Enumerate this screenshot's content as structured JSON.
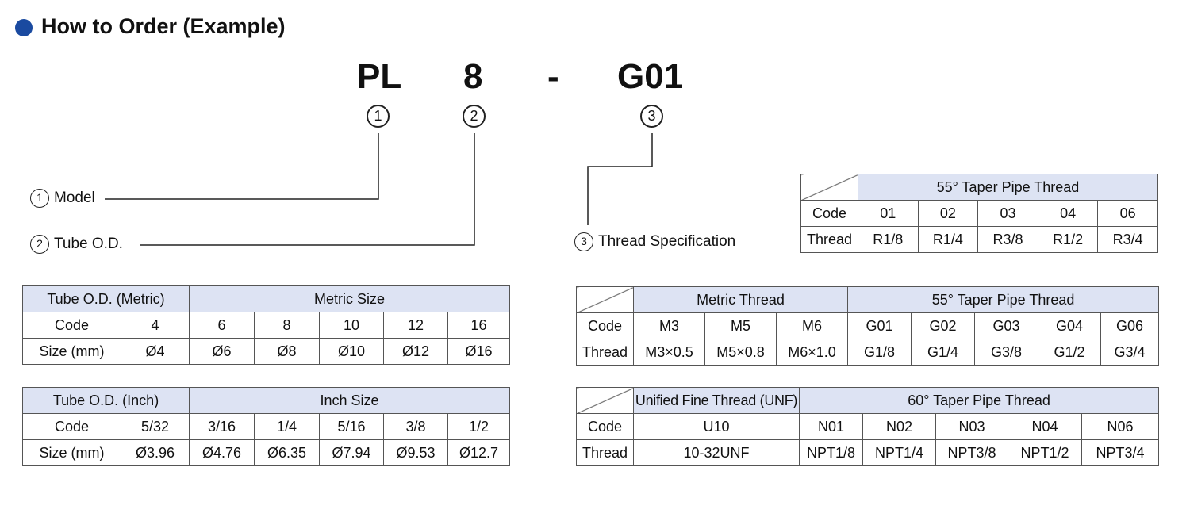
{
  "heading": "How to Order (Example)",
  "order_code": {
    "part1": "PL",
    "part2": "8",
    "separator": "-",
    "part3": "G01"
  },
  "markers": {
    "m1": "1",
    "m2": "2",
    "m3": "3"
  },
  "labels": {
    "model": "Model",
    "tube_od": "Tube O.D.",
    "thread_spec": "Thread Specification"
  },
  "colors": {
    "bullet": "#1a4aa0",
    "table_header_bg": "#dde3f3"
  },
  "icons": {
    "diagonal_cell": "diagonal-header-icon"
  },
  "taper_table": {
    "title": "55° Taper Pipe Thread",
    "code_label": "Code",
    "thread_label": "Thread",
    "codes": [
      "01",
      "02",
      "03",
      "04",
      "06"
    ],
    "threads": [
      "R1/8",
      "R1/4",
      "R3/8",
      "R1/2",
      "R3/4"
    ]
  },
  "metric_size_table": {
    "corner": "Tube O.D. (Metric)",
    "title": "Metric Size",
    "code_label": "Code",
    "size_label": "Size (mm)",
    "codes": [
      "4",
      "6",
      "8",
      "10",
      "12",
      "16"
    ],
    "sizes": [
      "Ø4",
      "Ø6",
      "Ø8",
      "Ø10",
      "Ø12",
      "Ø16"
    ]
  },
  "inch_size_table": {
    "corner": "Tube O.D. (Inch)",
    "title": "Inch Size",
    "code_label": "Code",
    "size_label": "Size (mm)",
    "codes": [
      "5/32",
      "3/16",
      "1/4",
      "5/16",
      "3/8",
      "1/2"
    ],
    "sizes": [
      "Ø3.96",
      "Ø4.76",
      "Ø6.35",
      "Ø7.94",
      "Ø9.53",
      "Ø12.7"
    ]
  },
  "metric_thread_table": {
    "group1": "Metric Thread",
    "group2": "55° Taper Pipe Thread",
    "code_label": "Code",
    "thread_label": "Thread",
    "codes": [
      "M3",
      "M5",
      "M6",
      "G01",
      "G02",
      "G03",
      "G04",
      "G06"
    ],
    "threads": [
      "M3×0.5",
      "M5×0.8",
      "M6×1.0",
      "G1/8",
      "G1/4",
      "G3/8",
      "G1/2",
      "G3/4"
    ]
  },
  "unf_table": {
    "group1": "Unified Fine Thread (UNF)",
    "group2": "60° Taper Pipe Thread",
    "code_label": "Code",
    "thread_label": "Thread",
    "codes": [
      "U10",
      "N01",
      "N02",
      "N03",
      "N04",
      "N06"
    ],
    "threads": [
      "10-32UNF",
      "NPT1/8",
      "NPT1/4",
      "NPT3/8",
      "NPT1/2",
      "NPT3/4"
    ]
  }
}
